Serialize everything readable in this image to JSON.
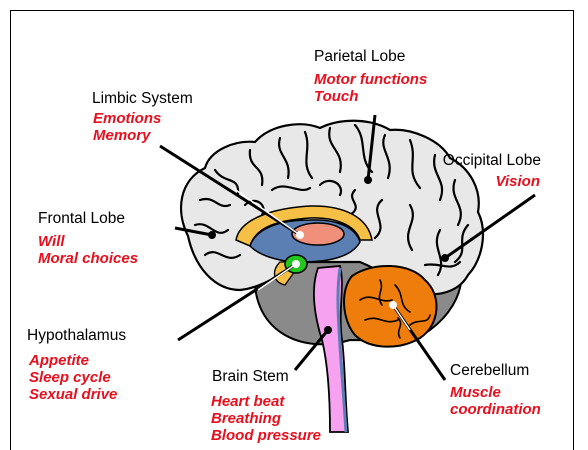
{
  "labels": {
    "limbic": {
      "title": "Limbic System",
      "lines": [
        "Emotions",
        "Memory"
      ]
    },
    "parietal": {
      "title": "Parietal Lobe",
      "lines": [
        "Motor functions",
        "Touch"
      ]
    },
    "occipital": {
      "title": "Occipital Lobe",
      "lines": [
        "Vision"
      ]
    },
    "frontal": {
      "title": "Frontal Lobe",
      "lines": [
        "Will",
        "Moral choices"
      ]
    },
    "hypothalamus": {
      "title": "Hypothalamus",
      "lines": [
        "Appetite",
        "Sleep cycle",
        "Sexual drive"
      ]
    },
    "brainstem": {
      "title": "Brain Stem",
      "lines": [
        "Heart beat",
        "Breathing",
        "Blood pressure"
      ]
    },
    "cerebellum": {
      "title": "Cerebellum",
      "lines": [
        "Muscle",
        "coordination"
      ]
    }
  },
  "colors": {
    "cortex": "#e8e8e8",
    "text_accent": "#e8101e",
    "limbic_ring": "#f5c045",
    "hypothalamus": "#22c81e",
    "brain_stem": "#f7a1f1",
    "cerebellum": "#ef7d0b",
    "inner_blue": "#5b7fb3",
    "corpus": "#f0907a"
  }
}
